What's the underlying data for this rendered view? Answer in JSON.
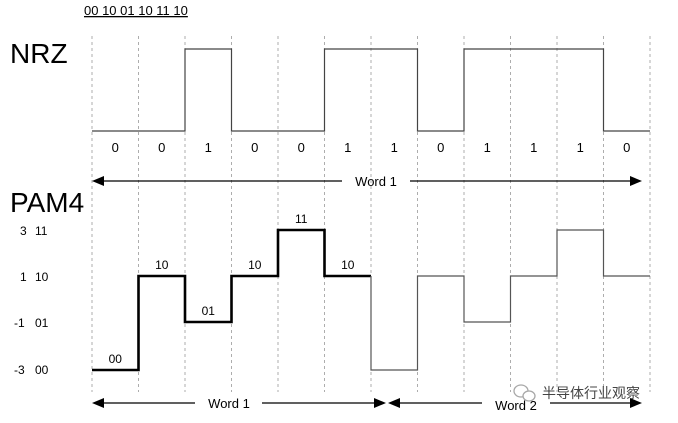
{
  "title_bits": "00 10 01 10 11 10",
  "nrz": {
    "label": "NRZ",
    "bits": [
      "0",
      "0",
      "1",
      "0",
      "0",
      "1",
      "1",
      "0",
      "1",
      "1",
      "1",
      "0"
    ],
    "word_label": "Word 1"
  },
  "pam4": {
    "label": "PAM4",
    "levels": [
      {
        "value": "3",
        "code": "11"
      },
      {
        "value": "1",
        "code": "10"
      },
      {
        "value": "-1",
        "code": "01"
      },
      {
        "value": "-3",
        "code": "00"
      }
    ],
    "symbols": [
      "00",
      "10",
      "01",
      "10",
      "11",
      "10"
    ],
    "word1_levels": [
      -3,
      1,
      -1,
      1,
      3,
      1
    ],
    "word2_levels": [
      -3,
      1,
      -1,
      1,
      3,
      1
    ],
    "word1_label": "Word 1",
    "word2_label": "Word 2"
  },
  "watermark": {
    "text": "半导体行业观察",
    "icon": "wechat-logo-icon"
  }
}
